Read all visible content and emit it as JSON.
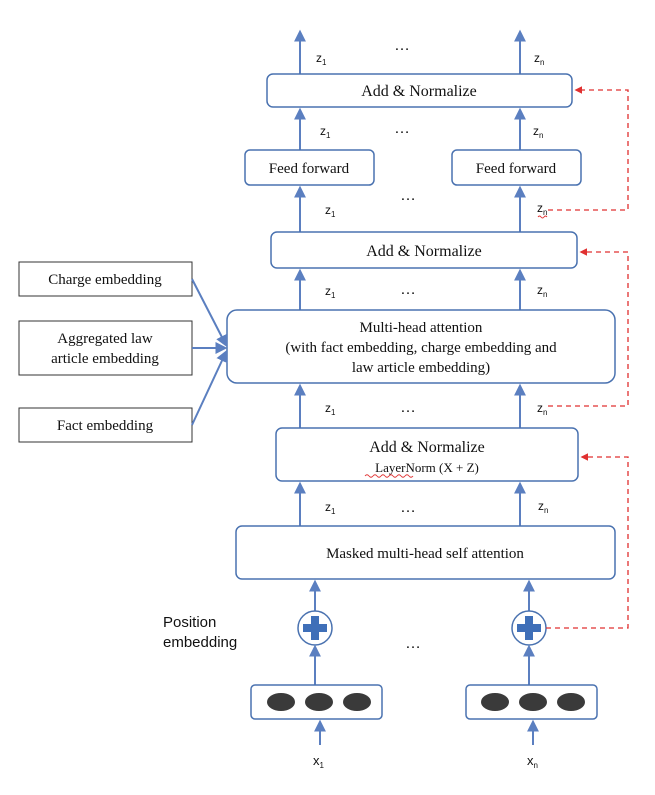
{
  "blocks": {
    "add_norm_top": "Add & Normalize",
    "feed_forward_left": "Feed forward",
    "feed_forward_right": "Feed forward",
    "add_norm_middle": "Add & Normalize",
    "multi_head_line1": "Multi-head attention",
    "multi_head_line2": "(with fact embedding, charge embedding and",
    "multi_head_line3": "law article embedding)",
    "add_norm_bottom": "Add & Normalize",
    "layernorm_prefix": "LayerNorm",
    "layernorm_suffix": " (X + Z)",
    "masked_attention": "Masked multi-head self attention"
  },
  "inputs": {
    "charge_embedding": "Charge embedding",
    "law_line1": "Aggregated law",
    "law_line2": "article embedding",
    "fact_embedding": "Fact embedding",
    "position_line1": "Position",
    "position_line2": "embedding"
  },
  "labels": {
    "z": "z",
    "z_sub_first": "1",
    "z_sub_last": "n",
    "x": "x",
    "x_sub_first": "1",
    "x_sub_last": "n",
    "ellipsis": "…"
  },
  "colors": {
    "box_stroke": "#4a72b0",
    "arrow": "#5b7fc0",
    "residual_dashed": "#e03030",
    "plus_fill": "#3f6fb8",
    "token_fill": "#3a3a3a"
  }
}
